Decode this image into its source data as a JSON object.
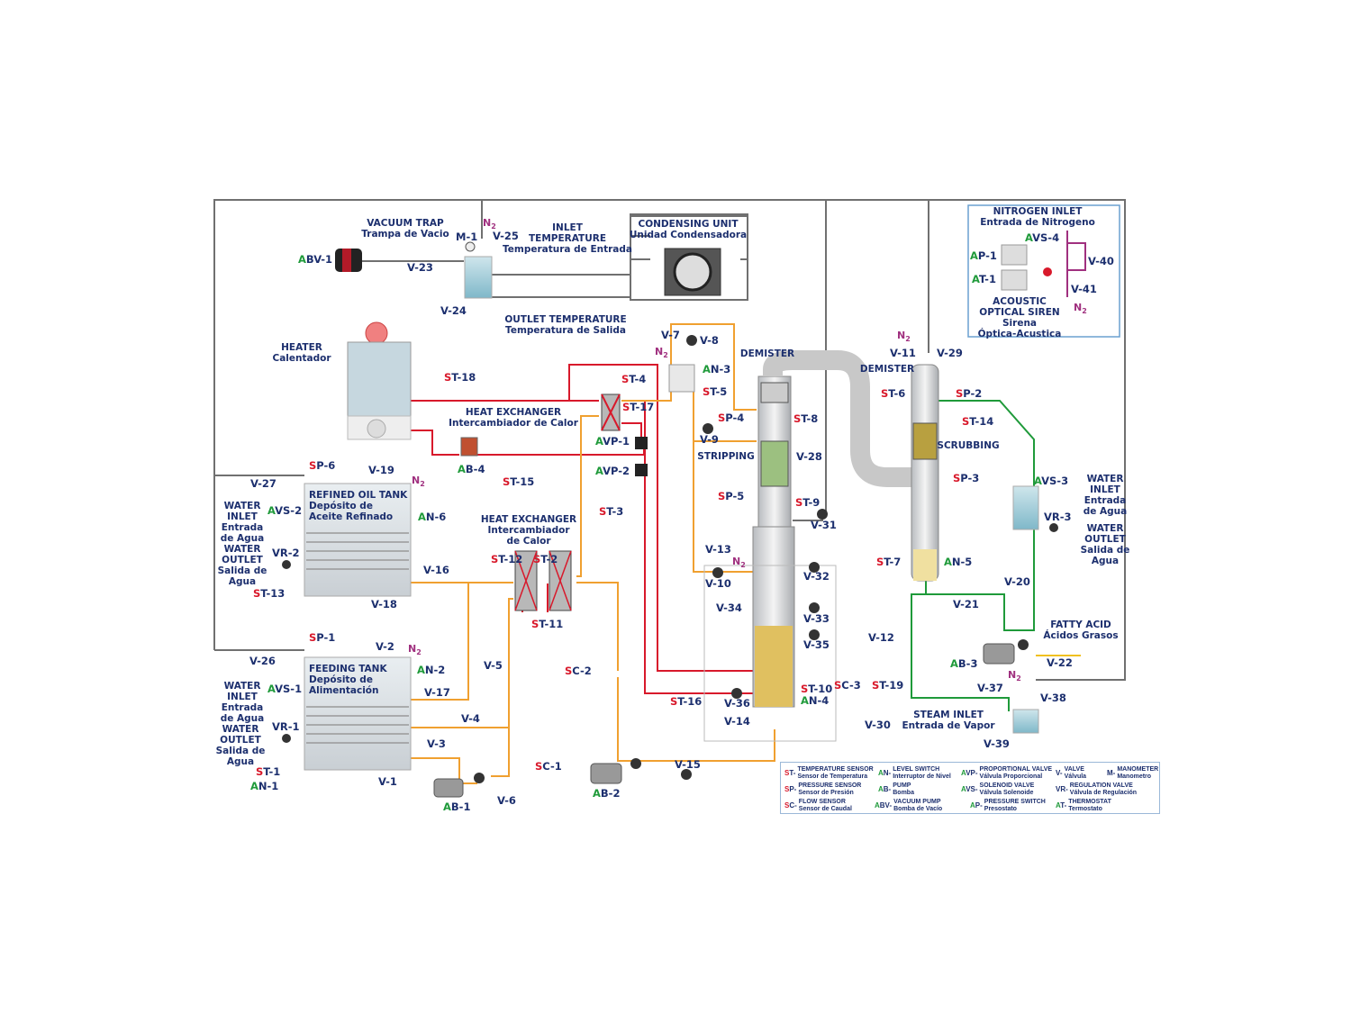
{
  "tags": [
    "ABV-1",
    "V-23",
    "M-1",
    "V-25",
    "V-24",
    "ST-18",
    "ST-4",
    "ST-17",
    "AVP-1",
    "AVP-2",
    "AB-4",
    "ST-15",
    "V-7",
    "V-8",
    "AN-3",
    "ST-5",
    "SP-4",
    "ST-8",
    "V-9",
    "V-28",
    "SP-5",
    "ST-9",
    "V-31",
    "V-11",
    "V-29",
    "ST-6",
    "SP-2",
    "ST-14",
    "SP-3",
    "ST-7",
    "AN-5",
    "V-20",
    "V-21",
    "AVS-3",
    "VR-3",
    "AB-3",
    "V-12",
    "V-22",
    "V-37",
    "V-38",
    "V-39",
    "ST-3",
    "ST-12",
    "ST-2",
    "ST-11",
    "V-13",
    "V-10",
    "V-32",
    "V-33",
    "V-34",
    "V-35",
    "V-36",
    "V-14",
    "ST-10",
    "AN-4",
    "ST-16",
    "SC-3",
    "ST-19",
    "V-30",
    "V-15",
    "AB-2",
    "SC-2",
    "SC-1",
    "V-5",
    "V-4",
    "V-3",
    "V-6",
    "AB-1",
    "V-1",
    "V-17",
    "V-16",
    "V-18",
    "V-19",
    "V-27",
    "SP-6",
    "AN-6",
    "AVS-2",
    "VR-2",
    "ST-13",
    "V-26",
    "SP-1",
    "V-2",
    "AN-2",
    "AVS-1",
    "VR-1",
    "ST-1",
    "AN-1",
    "AP-1",
    "AT-1",
    "AVS-4",
    "V-40",
    "V-41"
  ],
  "nitrogen_label": {
    "symbol": "N",
    "subscript": "2"
  },
  "descriptions": [
    [
      "VACUUM TRAP",
      "Trampa de Vacio"
    ],
    [
      "INLET",
      "TEMPERATURE",
      "Temperatura de Entrada"
    ],
    [
      "CONDENSING UNIT",
      "Unidad Condensadora"
    ],
    [
      "OUTLET TEMPERATURE",
      "Temperatura de Salida"
    ],
    [
      "HEATER",
      "Calentador"
    ],
    [
      "HEAT EXCHANGER",
      "Intercambiador de Calor"
    ],
    [
      "DEMISTER"
    ],
    [
      "DEMISTER"
    ],
    [
      "STRIPPING"
    ],
    [
      "SCRUBBING"
    ],
    [
      "HEAT EXCHANGER",
      "Intercambiador",
      "de Calor"
    ],
    [
      "REFINED OIL TANK",
      "Depósito de",
      "Aceite Refinado"
    ],
    [
      "FEEDING TANK",
      "Depósito de",
      "Alimentación"
    ],
    [
      "WATER",
      "INLET",
      "Entrada",
      "de Agua"
    ],
    [
      "WATER",
      "OUTLET",
      "Salida de",
      "Agua"
    ],
    [
      "WATER",
      "INLET",
      "Entrada",
      "de Agua"
    ],
    [
      "WATER",
      "OUTLET",
      "Salida de",
      "Agua"
    ],
    [
      "WATER",
      "INLET",
      "Entrada",
      "de Agua"
    ],
    [
      "WATER",
      "OUTLET",
      "Salida de",
      "Agua"
    ],
    [
      "FATTY ACID",
      "Ácidos Grasos"
    ],
    [
      "STEAM INLET",
      "Entrada de Vapor"
    ],
    [
      "NITROGEN INLET",
      "Entrada de Nitrogeno"
    ],
    [
      "ACOUSTIC",
      "OPTICAL SIREN",
      "Sirena",
      "Óptica-Acustica"
    ]
  ],
  "legend": [
    {
      "code": "ST-",
      "en": "TEMPERATURE SENSOR",
      "es": "Sensor de Temperatura"
    },
    {
      "code": "SP-",
      "en": "PRESSURE SENSOR",
      "es": "Sensor de Presión"
    },
    {
      "code": "SC-",
      "en": "FLOW SENSOR",
      "es": "Sensor de Caudal"
    },
    {
      "code": "AN-",
      "en": "LEVEL SWITCH",
      "es": "Interruptor de Nivel"
    },
    {
      "code": "AB-",
      "en": "PUMP",
      "es": "Bomba"
    },
    {
      "code": "ABV-",
      "en": "VACUUM PUMP",
      "es": "Bomba de Vacío"
    },
    {
      "code": "AVP-",
      "en": "PROPORTIONAL VALVE",
      "es": "Válvula Proporcional"
    },
    {
      "code": "AVS-",
      "en": "SOLENOID VALVE",
      "es": "Válvula Solenoide"
    },
    {
      "code": "AP-",
      "en": "PRESSURE SWITCH",
      "es": "Presostato"
    },
    {
      "code": "V-",
      "en": "VALVE",
      "es": "Válvula"
    },
    {
      "code": "VR-",
      "en": "REGULATION VALVE",
      "es": "Válvula de Regulación"
    },
    {
      "code": "AT-",
      "en": "THERMOSTAT",
      "es": "Termostato"
    },
    {
      "code": "M-",
      "en": "MANOMETER",
      "es": "Manometro"
    }
  ],
  "colors": {
    "text": "#1c2f6e",
    "sensor_prefix": "#d8192b",
    "actuator_prefix": "#1f9a3a",
    "nitrogen": "#a0307f",
    "hot_oil": "#d8192b",
    "process": "#f0a030",
    "cooling_water": "#1f9a3a",
    "frame": "#707070"
  }
}
